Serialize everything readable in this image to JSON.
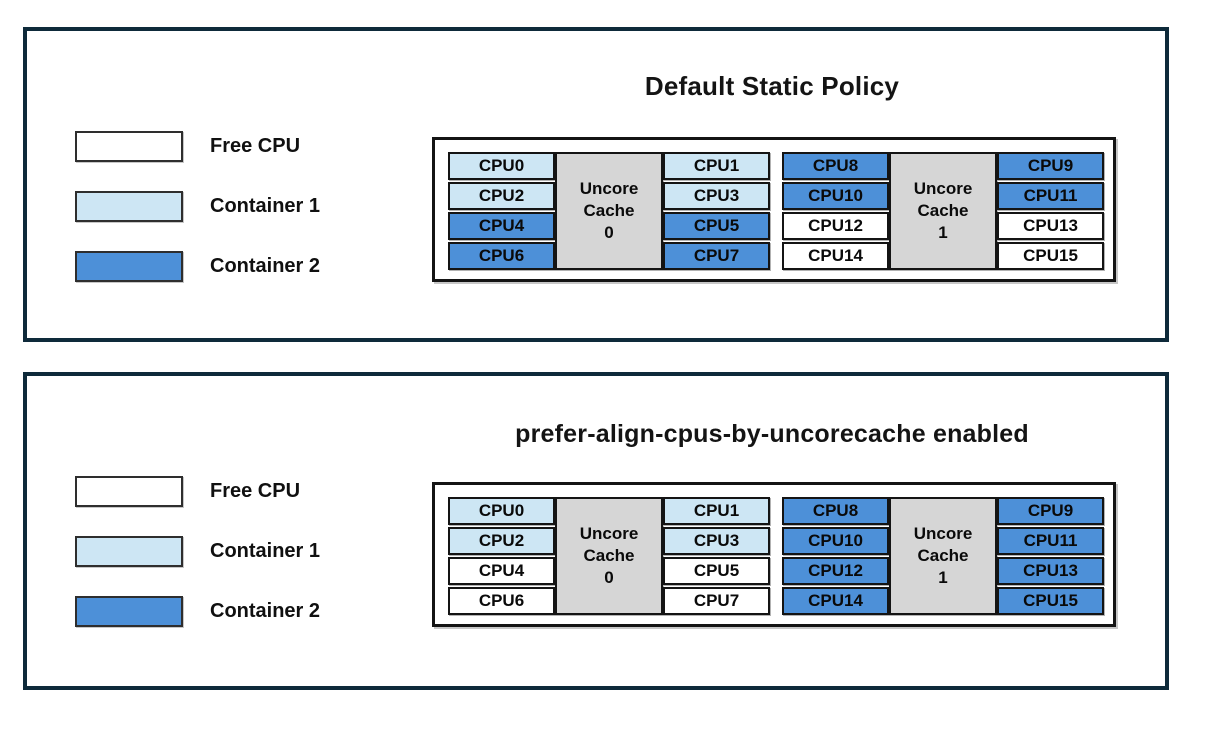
{
  "colors": {
    "panel_border": "#0e2a3a",
    "free": "#ffffff",
    "container1": "#cde6f4",
    "container2": "#4d90d8",
    "uncore_bg": "#d6d6d6",
    "cell_border": "#141414",
    "text": "#101010"
  },
  "legend": {
    "items": [
      {
        "label": "Free CPU",
        "state": "free"
      },
      {
        "label": "Container 1",
        "state": "container1"
      },
      {
        "label": "Container 2",
        "state": "container2"
      }
    ]
  },
  "panels": [
    {
      "title": "Default Static Policy",
      "groups": [
        {
          "cache_lines": [
            "Uncore",
            "Cache",
            "0"
          ],
          "left_cpus": [
            {
              "label": "CPU0",
              "state": "container1"
            },
            {
              "label": "CPU2",
              "state": "container1"
            },
            {
              "label": "CPU4",
              "state": "container2"
            },
            {
              "label": "CPU6",
              "state": "container2"
            }
          ],
          "right_cpus": [
            {
              "label": "CPU1",
              "state": "container1"
            },
            {
              "label": "CPU3",
              "state": "container1"
            },
            {
              "label": "CPU5",
              "state": "container2"
            },
            {
              "label": "CPU7",
              "state": "container2"
            }
          ]
        },
        {
          "cache_lines": [
            "Uncore",
            "Cache",
            "1"
          ],
          "left_cpus": [
            {
              "label": "CPU8",
              "state": "container2"
            },
            {
              "label": "CPU10",
              "state": "container2"
            },
            {
              "label": "CPU12",
              "state": "free"
            },
            {
              "label": "CPU14",
              "state": "free"
            }
          ],
          "right_cpus": [
            {
              "label": "CPU9",
              "state": "container2"
            },
            {
              "label": "CPU11",
              "state": "container2"
            },
            {
              "label": "CPU13",
              "state": "free"
            },
            {
              "label": "CPU15",
              "state": "free"
            }
          ]
        }
      ]
    },
    {
      "title": "prefer-align-cpus-by-uncorecache enabled",
      "groups": [
        {
          "cache_lines": [
            "Uncore",
            "Cache",
            "0"
          ],
          "left_cpus": [
            {
              "label": "CPU0",
              "state": "container1"
            },
            {
              "label": "CPU2",
              "state": "container1"
            },
            {
              "label": "CPU4",
              "state": "free"
            },
            {
              "label": "CPU6",
              "state": "free"
            }
          ],
          "right_cpus": [
            {
              "label": "CPU1",
              "state": "container1"
            },
            {
              "label": "CPU3",
              "state": "container1"
            },
            {
              "label": "CPU5",
              "state": "free"
            },
            {
              "label": "CPU7",
              "state": "free"
            }
          ]
        },
        {
          "cache_lines": [
            "Uncore",
            "Cache",
            "1"
          ],
          "left_cpus": [
            {
              "label": "CPU8",
              "state": "container2"
            },
            {
              "label": "CPU10",
              "state": "container2"
            },
            {
              "label": "CPU12",
              "state": "container2"
            },
            {
              "label": "CPU14",
              "state": "container2"
            }
          ],
          "right_cpus": [
            {
              "label": "CPU9",
              "state": "container2"
            },
            {
              "label": "CPU11",
              "state": "container2"
            },
            {
              "label": "CPU13",
              "state": "container2"
            },
            {
              "label": "CPU15",
              "state": "container2"
            }
          ]
        }
      ]
    }
  ]
}
